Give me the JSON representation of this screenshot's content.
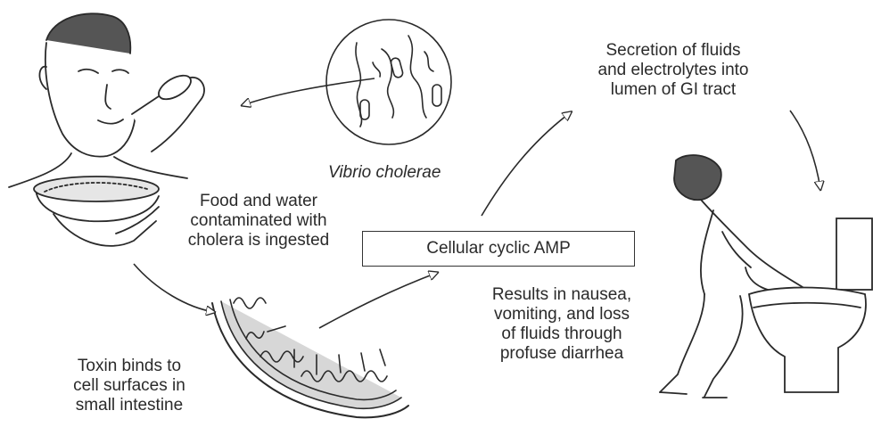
{
  "labels": {
    "vibrio": "Vibrio cholerae",
    "ingest": [
      "Food and water",
      "contaminated with",
      "cholera is ingested"
    ],
    "toxin": [
      "Toxin binds to",
      "cell surfaces in",
      "small intestine"
    ],
    "amp": "Cellular cyclic AMP",
    "secretion": [
      "Secretion of fluids",
      "and electrolytes into",
      "lumen of GI tract"
    ],
    "results": [
      "Results in nausea,",
      "vomiting, and loss",
      "of fluids through",
      "profuse diarrhea"
    ]
  },
  "colors": {
    "ink": "#2a2a2a",
    "paper": "#ffffff",
    "shade": "#c9c9c9"
  }
}
